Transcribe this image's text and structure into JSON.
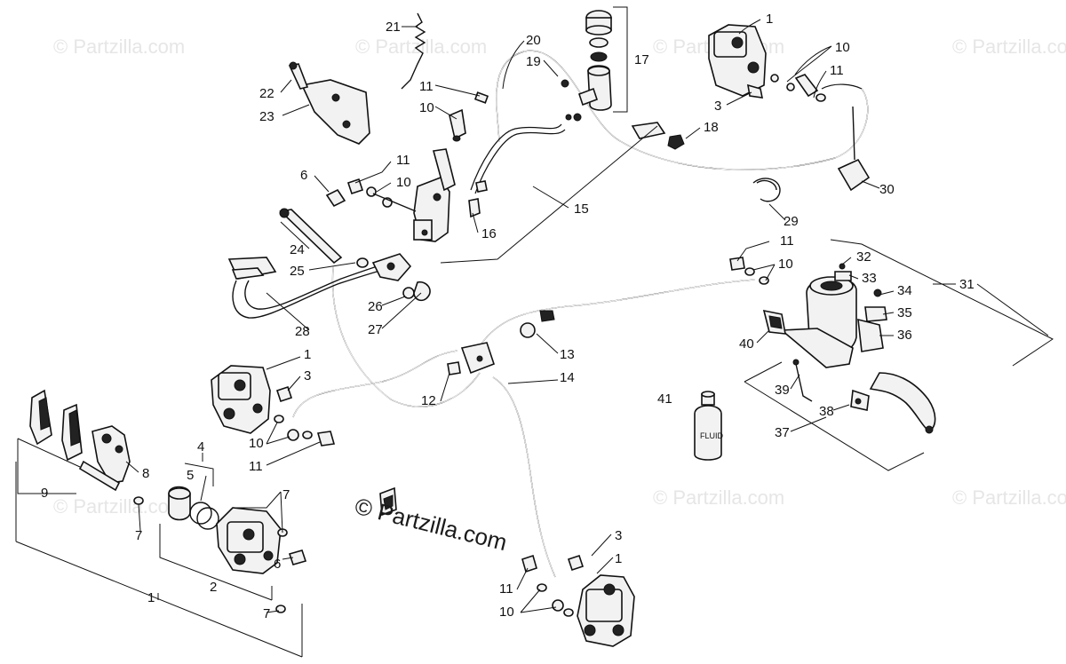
{
  "watermarks": {
    "tile": "© Partzilla.com",
    "center": "© Partzilla.com"
  },
  "bottle_label": "FLUID",
  "callouts": {
    "c21": "21",
    "c20": "20",
    "c17": "17",
    "c1_top": "1",
    "c10_top": "10",
    "c11_top": "11",
    "c22": "22",
    "c19": "19",
    "c11_a": "11",
    "c10_a": "10",
    "c3_top": "3",
    "c18": "18",
    "c23": "23",
    "c11_b": "11",
    "c6_a": "6",
    "c10_b": "10",
    "c15": "15",
    "c30": "30",
    "c29": "29",
    "c16": "16",
    "c24": "24",
    "c11_c": "11",
    "c32": "32",
    "c25": "25",
    "c10_c": "10",
    "c33": "33",
    "c31": "31",
    "c34": "34",
    "c26": "26",
    "c35": "35",
    "c27": "27",
    "c28": "28",
    "c40": "40",
    "c36": "36",
    "c1_b": "1",
    "c13": "13",
    "c3_b": "3",
    "c14": "14",
    "c39": "39",
    "c12": "12",
    "c41": "41",
    "c38": "38",
    "c10_d": "10",
    "c37": "37",
    "c11_d": "11",
    "c4": "4",
    "c8": "8",
    "c5": "5",
    "c9": "9",
    "c7_a": "7",
    "c7_b": "7",
    "c6_b": "6",
    "c3_c": "3",
    "c1_c": "1",
    "c2": "2",
    "c1_d": "1",
    "c11_e": "11",
    "c10_e": "10",
    "c7_c": "7"
  }
}
